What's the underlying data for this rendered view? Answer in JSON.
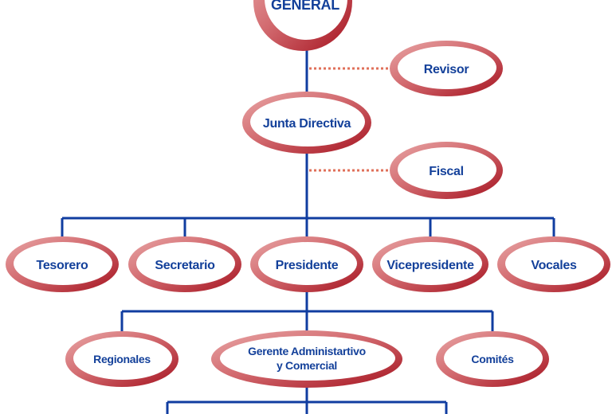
{
  "colors": {
    "connector": "#103da0",
    "dotted_connector": "#e0705a",
    "ring_dark": "#b3202c",
    "ring_light": "#e6a0a0",
    "node_fill": "#ffffff",
    "text": "#13409a"
  },
  "nodes": {
    "general": "GENERAL",
    "revisor": "Revisor",
    "junta": "Junta Directiva",
    "fiscal": "Fiscal",
    "tesorero": "Tesorero",
    "secretario": "Secretario",
    "presidente": "Presidente",
    "vicepresidente": "Vicepresidente",
    "vocales": "Vocales",
    "regionales": "Regionales",
    "gerente_line1": "Gerente Administartivo",
    "gerente_line2": "y Comercial",
    "comites": "Comités"
  }
}
